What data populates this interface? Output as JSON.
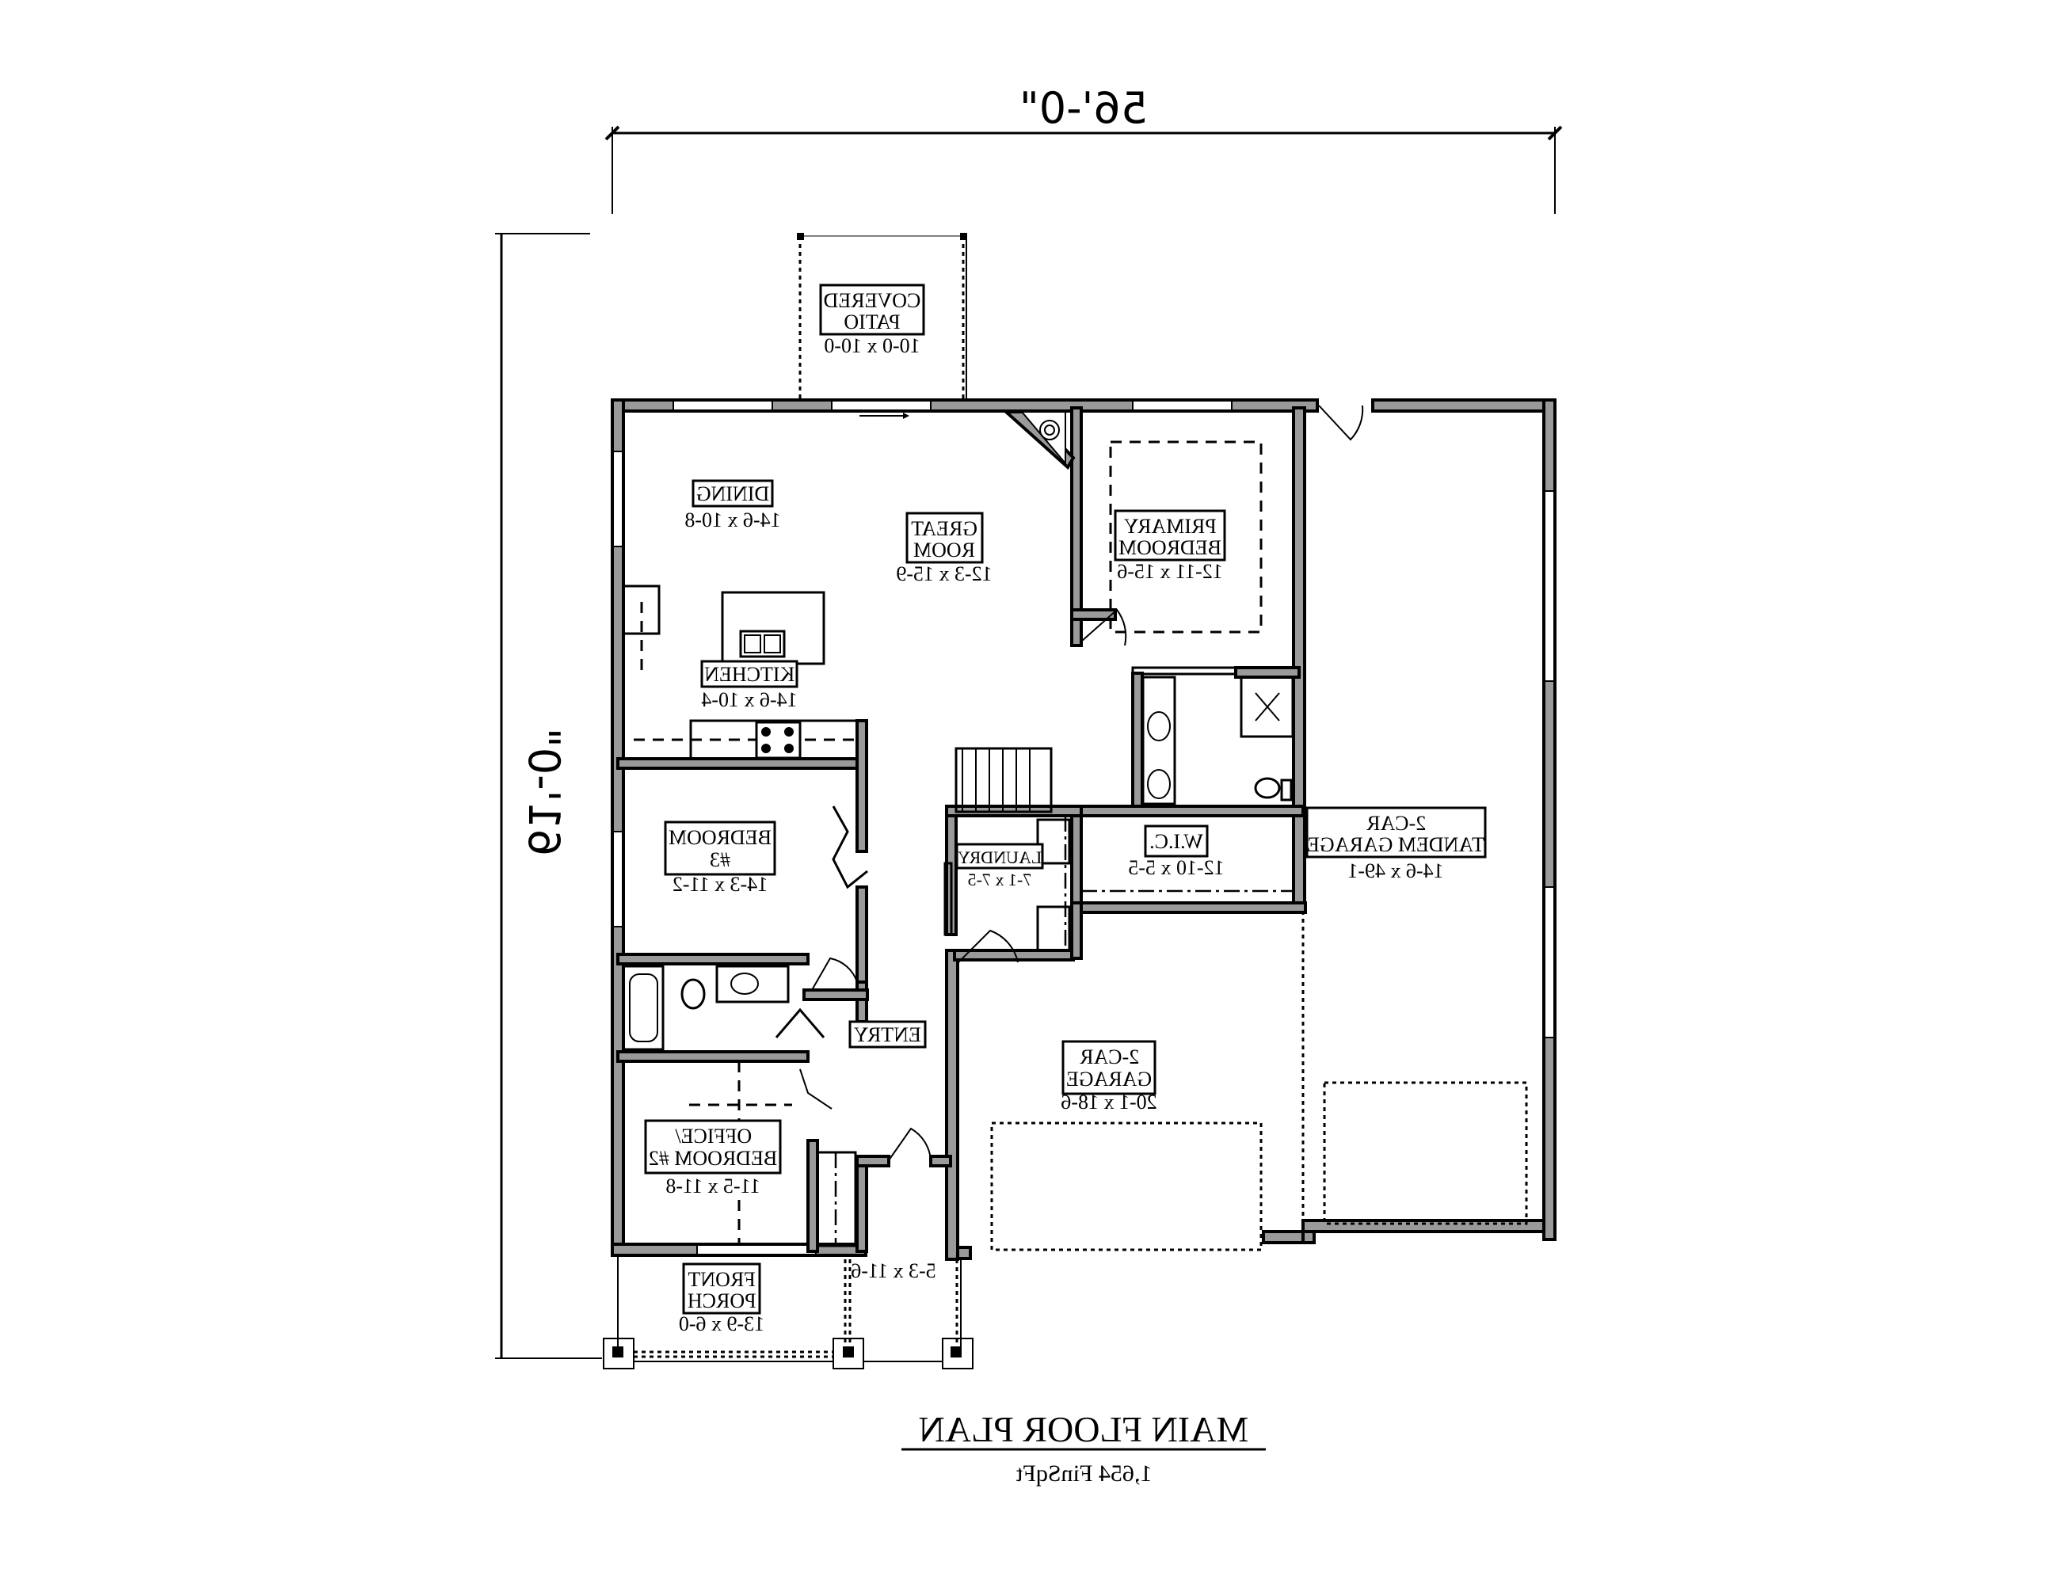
{
  "plan": {
    "title": "MAIN FLOOR PLAN",
    "subtitle": "1,654 FinSqFt",
    "overall_width": "56'-0\"",
    "overall_depth": "61'-0\"",
    "mirrored": true
  },
  "rooms": {
    "covered_patio": {
      "line1": "COVERED",
      "line2": "PATIO",
      "size": "10-0 x 10-0"
    },
    "dining": {
      "line1": "DINING",
      "size": "14-6 x 10-8"
    },
    "great_room": {
      "line1": "GREAT",
      "line2": "ROOM",
      "size": "12-3 x 15-9"
    },
    "primary_bedroom": {
      "line1": "PRIMARY",
      "line2": "BEDROOM",
      "size": "12-11 x 15-6"
    },
    "kitchen": {
      "line1": "KITCHEN",
      "size": "14-6 x 10-4"
    },
    "bedroom3": {
      "line1": "BEDROOM",
      "line2": "#3",
      "size": "14-3 x 11-2"
    },
    "laundry": {
      "line1": "LAUNDRY",
      "size": "7-1 x 7-5"
    },
    "wic": {
      "line1": "W.I.C.",
      "size": "12-10 x 5-5"
    },
    "tandem_garage": {
      "line1": "2-CAR",
      "line2": "TANDEM GARAGE",
      "size": "14-6 x 49-1"
    },
    "entry": {
      "line1": "ENTRY"
    },
    "garage": {
      "line1": "2-CAR",
      "line2": "GARAGE",
      "size": "20-1 x 18-6"
    },
    "office": {
      "line1": "OFFICE/",
      "line2": "BEDROOM #2",
      "size": "11-5 x 11-8"
    },
    "front_porch": {
      "line1": "FRONT",
      "line2": "PORCH",
      "size": "13-9 x 6-0"
    },
    "side_porch": {
      "size": "5-3 x 11-6"
    }
  },
  "colors": {
    "wall_fill": "#9a9a9a",
    "line": "#000000",
    "background": "#ffffff"
  }
}
